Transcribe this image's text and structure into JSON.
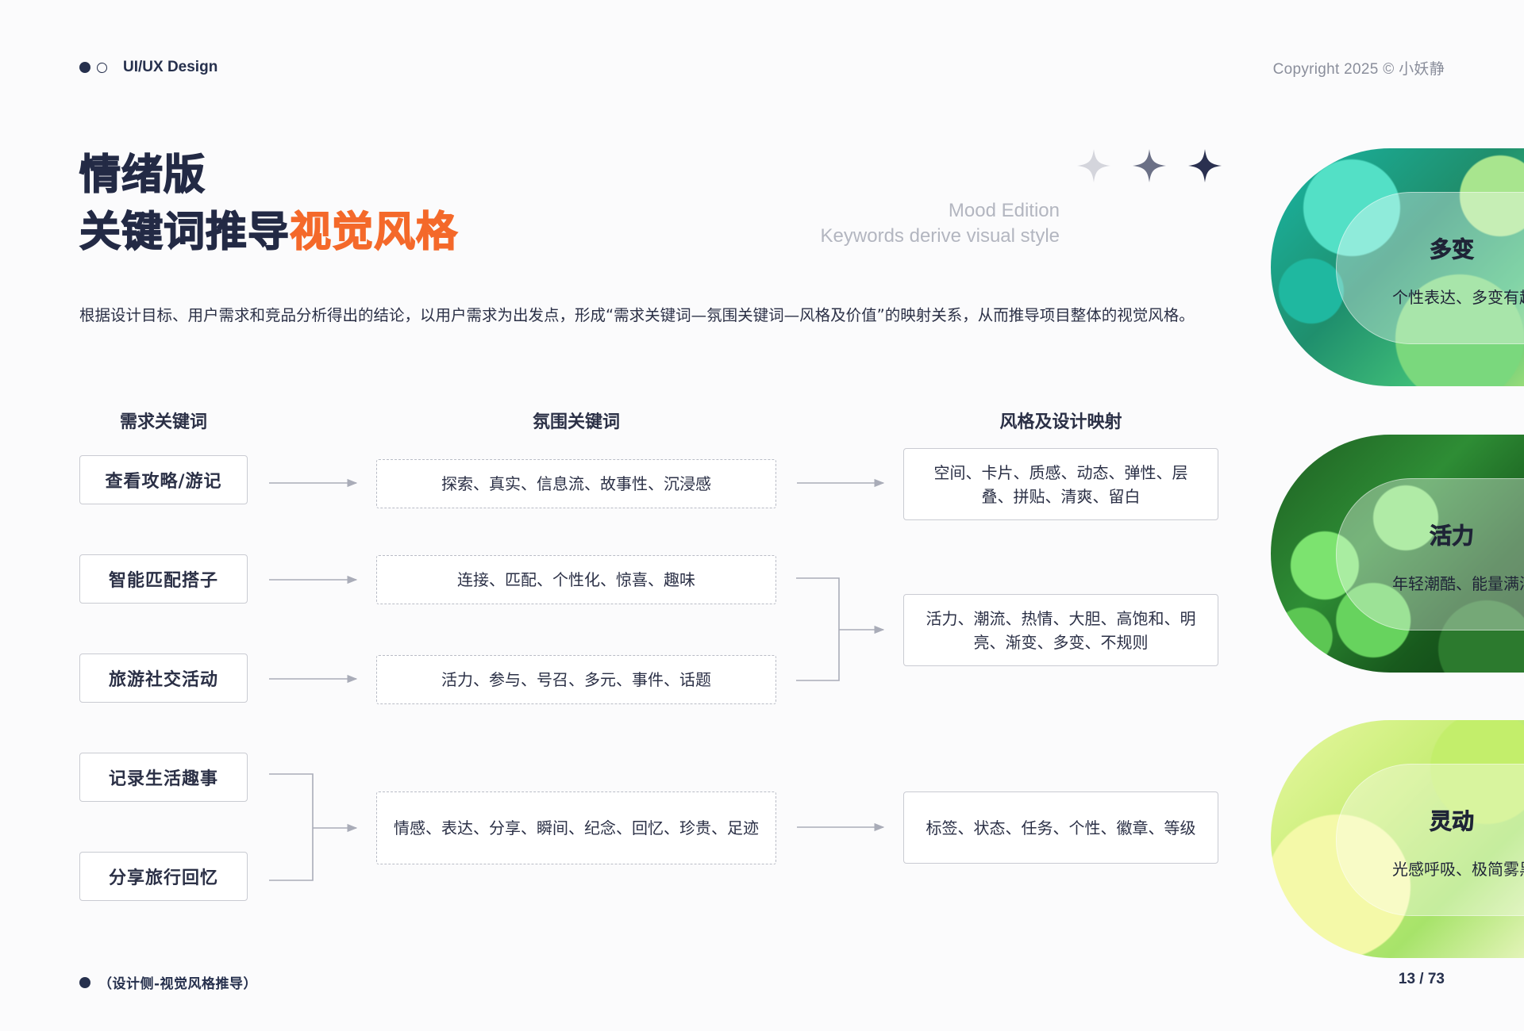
{
  "header": {
    "brand": "UI/UX Design",
    "copyright": "Copyright 2025  ©  小妖静"
  },
  "title": {
    "line1": "情绪版",
    "line2_main": "关键词推导",
    "line2_accent": "视觉风格",
    "en_line1": "Mood Edition",
    "en_line2": "Keywords derive visual style"
  },
  "description": "根据设计目标、用户需求和竞品分析得出的结论，以用户需求为出发点，形成“需求关键词—氛围关键词—风格及价值”的映射关系，从而推导项目整体的视觉风格。",
  "columns": {
    "requirement": "需求关键词",
    "atmosphere": "氛围关键词",
    "style": "风格及设计映射"
  },
  "requirements": [
    "查看攻略/游记",
    "智能匹配搭子",
    "旅游社交活动",
    "记录生活趣事",
    "分享旅行回忆"
  ],
  "atmospheres": [
    "探索、真实、信息流、故事性、沉浸感",
    "连接、匹配、个性化、惊喜、趣味",
    "活力、参与、号召、多元、事件、话题",
    "情感、表达、分享、瞬间、纪念、回忆、珍贵、足迹"
  ],
  "styles": [
    "空间、卡片、质感、动态、弹性、层叠、拼贴、清爽、留白",
    "活力、潮流、热情、大胆、高饱和、明亮、渐变、多变、不规则",
    "标签、状态、任务、个性、徽章、等级"
  ],
  "cards": [
    {
      "title": "多变",
      "sub": "个性表达、多变有趣"
    },
    {
      "title": "活力",
      "sub": "年轻潮酷、能量满满"
    },
    {
      "title": "灵动",
      "sub": "光感呼吸、极简雾黑"
    }
  ],
  "footer": {
    "label": "（设计侧-视觉风格推导）",
    "page": "13 / 73"
  },
  "colors": {
    "navy": "#26304d",
    "accent": "#f4692a",
    "sparkles": [
      "#d4d5dc",
      "#6b7086",
      "#2a3050"
    ]
  },
  "icons": [
    "sparkle-icon",
    "arrow-right-icon"
  ]
}
